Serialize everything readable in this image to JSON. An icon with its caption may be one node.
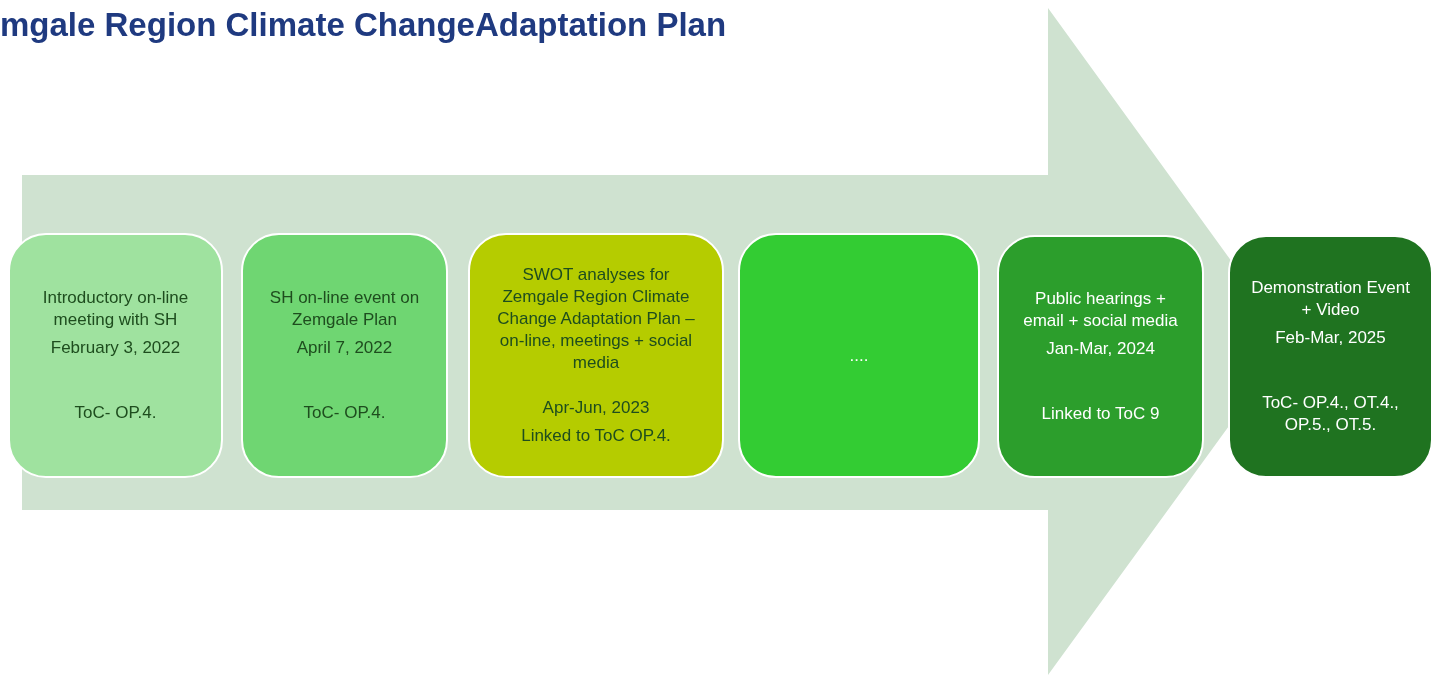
{
  "diagram": {
    "title": "mgale Region Climate ChangeAdaptation Plan",
    "nodes": [
      {
        "text": [
          "Introductory on-line meeting with SH",
          "February 3, 2022",
          "ToC- OP.4."
        ]
      },
      {
        "text": [
          "SH on-line event on Zemgale Plan",
          "April 7, 2022",
          "ToC- OP.4."
        ]
      },
      {
        "text": [
          "SWOT analyses for Zemgale Region Climate Change Adaptation Plan – on-line, meetings + social media",
          "Apr-Jun, 2023",
          "Linked to ToC OP.4."
        ]
      },
      {
        "text": [
          "...."
        ]
      },
      {
        "text": [
          "Public hearings + email + social media",
          "Jan-Mar, 2024",
          "Linked to ToC 9"
        ]
      },
      {
        "text": [
          "Demonstration Event + Video",
          "Feb-Mar, 2025",
          "ToC- OP.4., OT.4., OP.5., OT.5."
        ]
      }
    ],
    "edges": [
      {
        "from": 0,
        "to": 5,
        "arrow": "to"
      }
    ]
  }
}
